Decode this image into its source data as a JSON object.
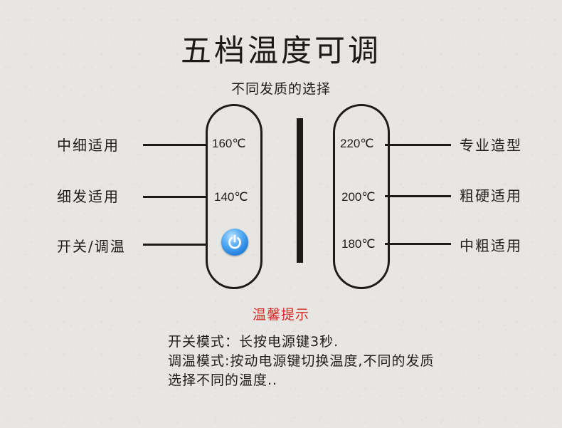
{
  "header": {
    "title": "五档温度可调",
    "subtitle": "不同发质的选择"
  },
  "left_panel": {
    "rows": [
      {
        "label": "中细适用",
        "temp": "160℃"
      },
      {
        "label": "细发适用",
        "temp": "140℃"
      },
      {
        "label": "开关/调温",
        "icon": "power-icon"
      }
    ]
  },
  "right_panel": {
    "rows": [
      {
        "label": "专业造型",
        "temp": "220℃"
      },
      {
        "label": "粗硬适用",
        "temp": "200℃"
      },
      {
        "label": "中粗适用",
        "temp": "180℃"
      }
    ]
  },
  "tips": {
    "title": "温馨提示",
    "lines": [
      "开关模式：长按电源键3秒.",
      "调温模式:按动电源键切换温度,不同的发质",
      "选择不同的温度.."
    ]
  },
  "colors": {
    "background": "#e7e6e3",
    "text": "#1f1d1c",
    "accent_red": "#d42b25",
    "power_blue": "#1f7fdc"
  }
}
